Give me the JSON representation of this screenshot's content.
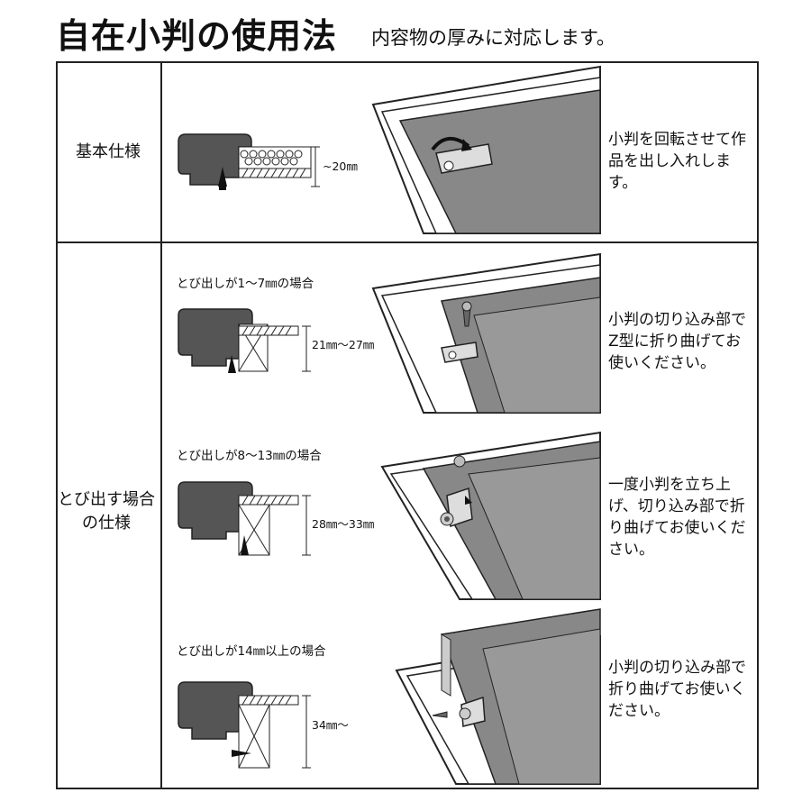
{
  "header": {
    "title": "自在小判の使用法",
    "subtitle": "内容物の厚みに対応します。"
  },
  "rows": [
    {
      "label": "基本仕様",
      "dimension": "~20㎜",
      "description": "小判を回転させて作品を出し入れします。"
    },
    {
      "label": "とび出す場合の仕様",
      "cases": [
        {
          "caption": "とび出しが1～7㎜の場合",
          "dimension": "21㎜～27㎜",
          "description": "小判の切り込み部でZ型に折り曲げてお使いください。"
        },
        {
          "caption": "とび出しが8～13㎜の場合",
          "dimension": "28㎜～33㎜",
          "description": "一度小判を立ち上げ、切り込み部で折り曲げてお使いください。"
        },
        {
          "caption": "とび出しが14㎜以上の場合",
          "dimension": "34㎜～",
          "description": "小判の切り込み部で折り曲げてお使いください。"
        }
      ]
    }
  ]
}
